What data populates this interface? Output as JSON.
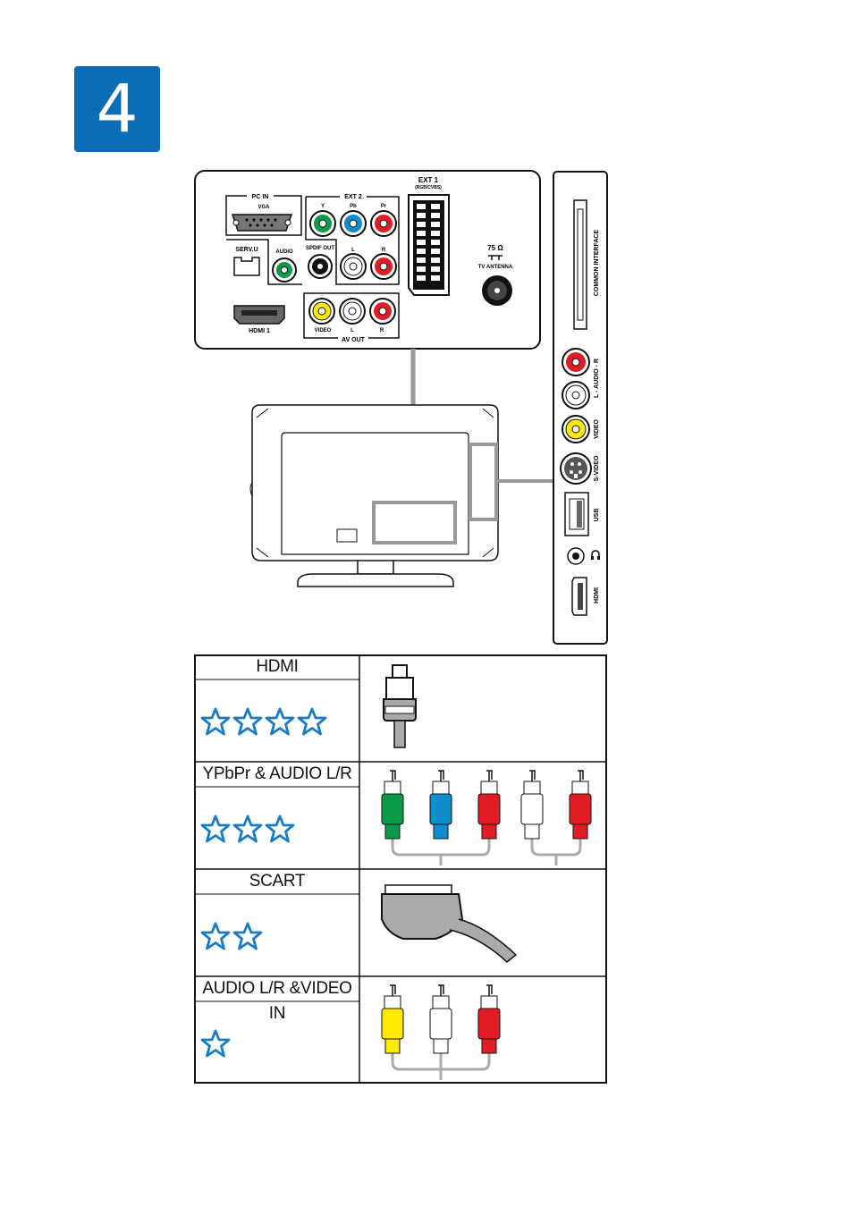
{
  "step_number": "4",
  "back_panel": {
    "pc_in": "PC IN",
    "vga": "VGA",
    "serv_u": "SERV.U",
    "audio": "AUDIO",
    "hdmi1": "HDMI 1",
    "ext2": "EXT 2",
    "y": "Y",
    "pb": "Pb",
    "pr": "Pr",
    "spdif_out": "SPDIF OUT",
    "l": "L",
    "r": "R",
    "ext1": "EXT 1",
    "ext1_sub": "(RGB/CVBS)",
    "antenna_ohm": "75 Ω",
    "tv_antenna": "TV ANTENNA",
    "video": "VIDEO",
    "av_out_l": "L",
    "av_out_r": "R",
    "av_out": "AV OUT"
  },
  "side_panel": {
    "common_interface": "COMMON INTERFACE",
    "audio_lr": "L - AUDIO - R",
    "video": "VIDEO",
    "s_video": "S-VIDEO",
    "usb": "USB",
    "hdmi": "HDMI"
  },
  "quality_table": [
    {
      "label": "HDMI",
      "stars": 4
    },
    {
      "label": "YPbPr & AUDIO L/R",
      "stars": 3
    },
    {
      "label": "SCART",
      "stars": 2
    },
    {
      "label": "AUDIO L/R &VIDEO IN",
      "stars": 1
    }
  ],
  "colors": {
    "badge_blue": "#0b6db5",
    "star_blue": "#1a7cc4",
    "green": "#0a9a4a",
    "blue": "#0e8ecf",
    "red": "#e21c24",
    "yellow": "#ffea00",
    "gray_cable": "#9a9a9a"
  }
}
